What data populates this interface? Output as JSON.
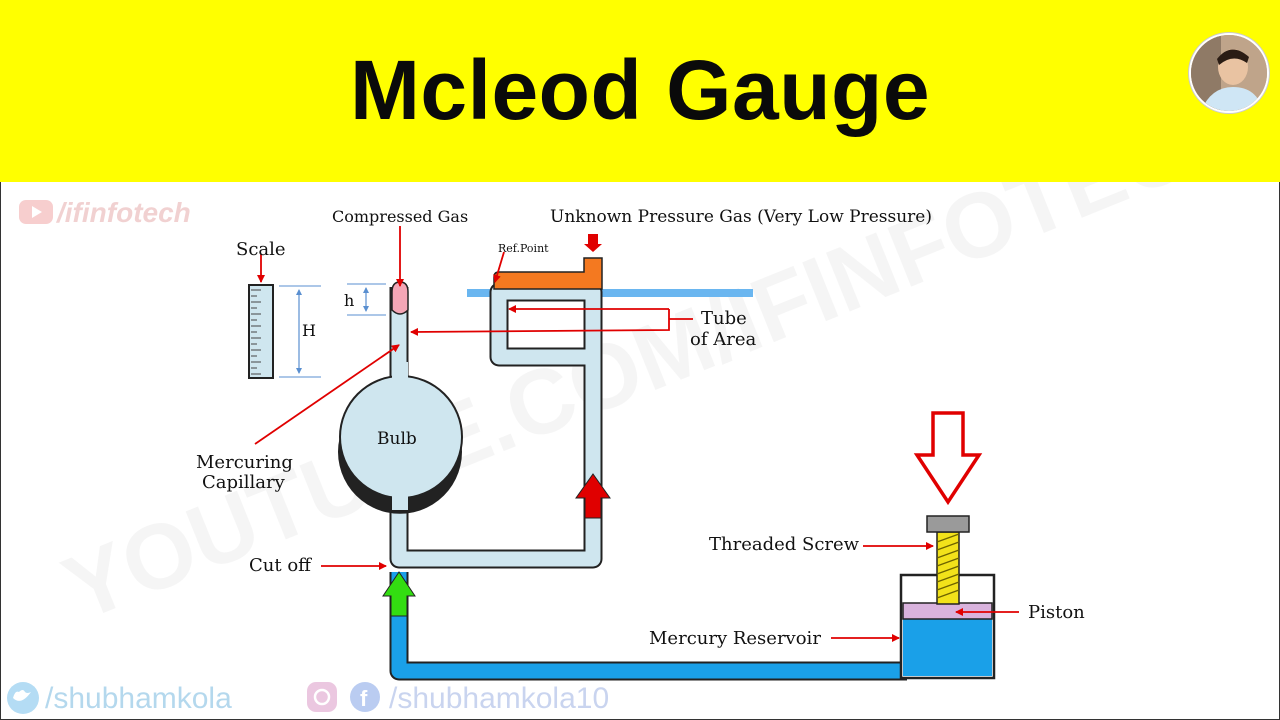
{
  "header": {
    "title": "Mcleod Gauge",
    "avatar": "profile-photo"
  },
  "watermarks": {
    "channel": "/ifinfotech",
    "url": "YOUTUBE.COM/IFINFOTECH",
    "twitter": "/shubhamkola",
    "social": "/shubhamkola10"
  },
  "labels": {
    "scale": "Scale",
    "compressed_gas": "Compressed Gas",
    "unknown_pressure": "Unknown Pressure Gas (Very Low Pressure)",
    "ref_point": "Ref.Point",
    "h_small": "h",
    "h_big": "H",
    "tube_of_area_line1": "Tube",
    "tube_of_area_line2": "of Area",
    "bulb": "Bulb",
    "mercuring_capillary_line1": "Mercuring",
    "mercuring_capillary_line2": "Capillary",
    "cut_off": "Cut off",
    "threaded_screw": "Threaded Screw",
    "piston": "Piston",
    "mercury_reservoir": "Mercury Reservoir"
  },
  "colors": {
    "header_bg": "#ffff00",
    "tube_fill": "#cfe6ef",
    "mercury": "#1aa0e8",
    "arrow_red": "#e00000",
    "arrow_green": "#33dd11",
    "ref_pipe": "#f47920",
    "ref_line": "#6ab6f0",
    "screw": "#f2e21a",
    "piston": "#d9b3dd",
    "compressed_gas": "#f4a6b6"
  }
}
